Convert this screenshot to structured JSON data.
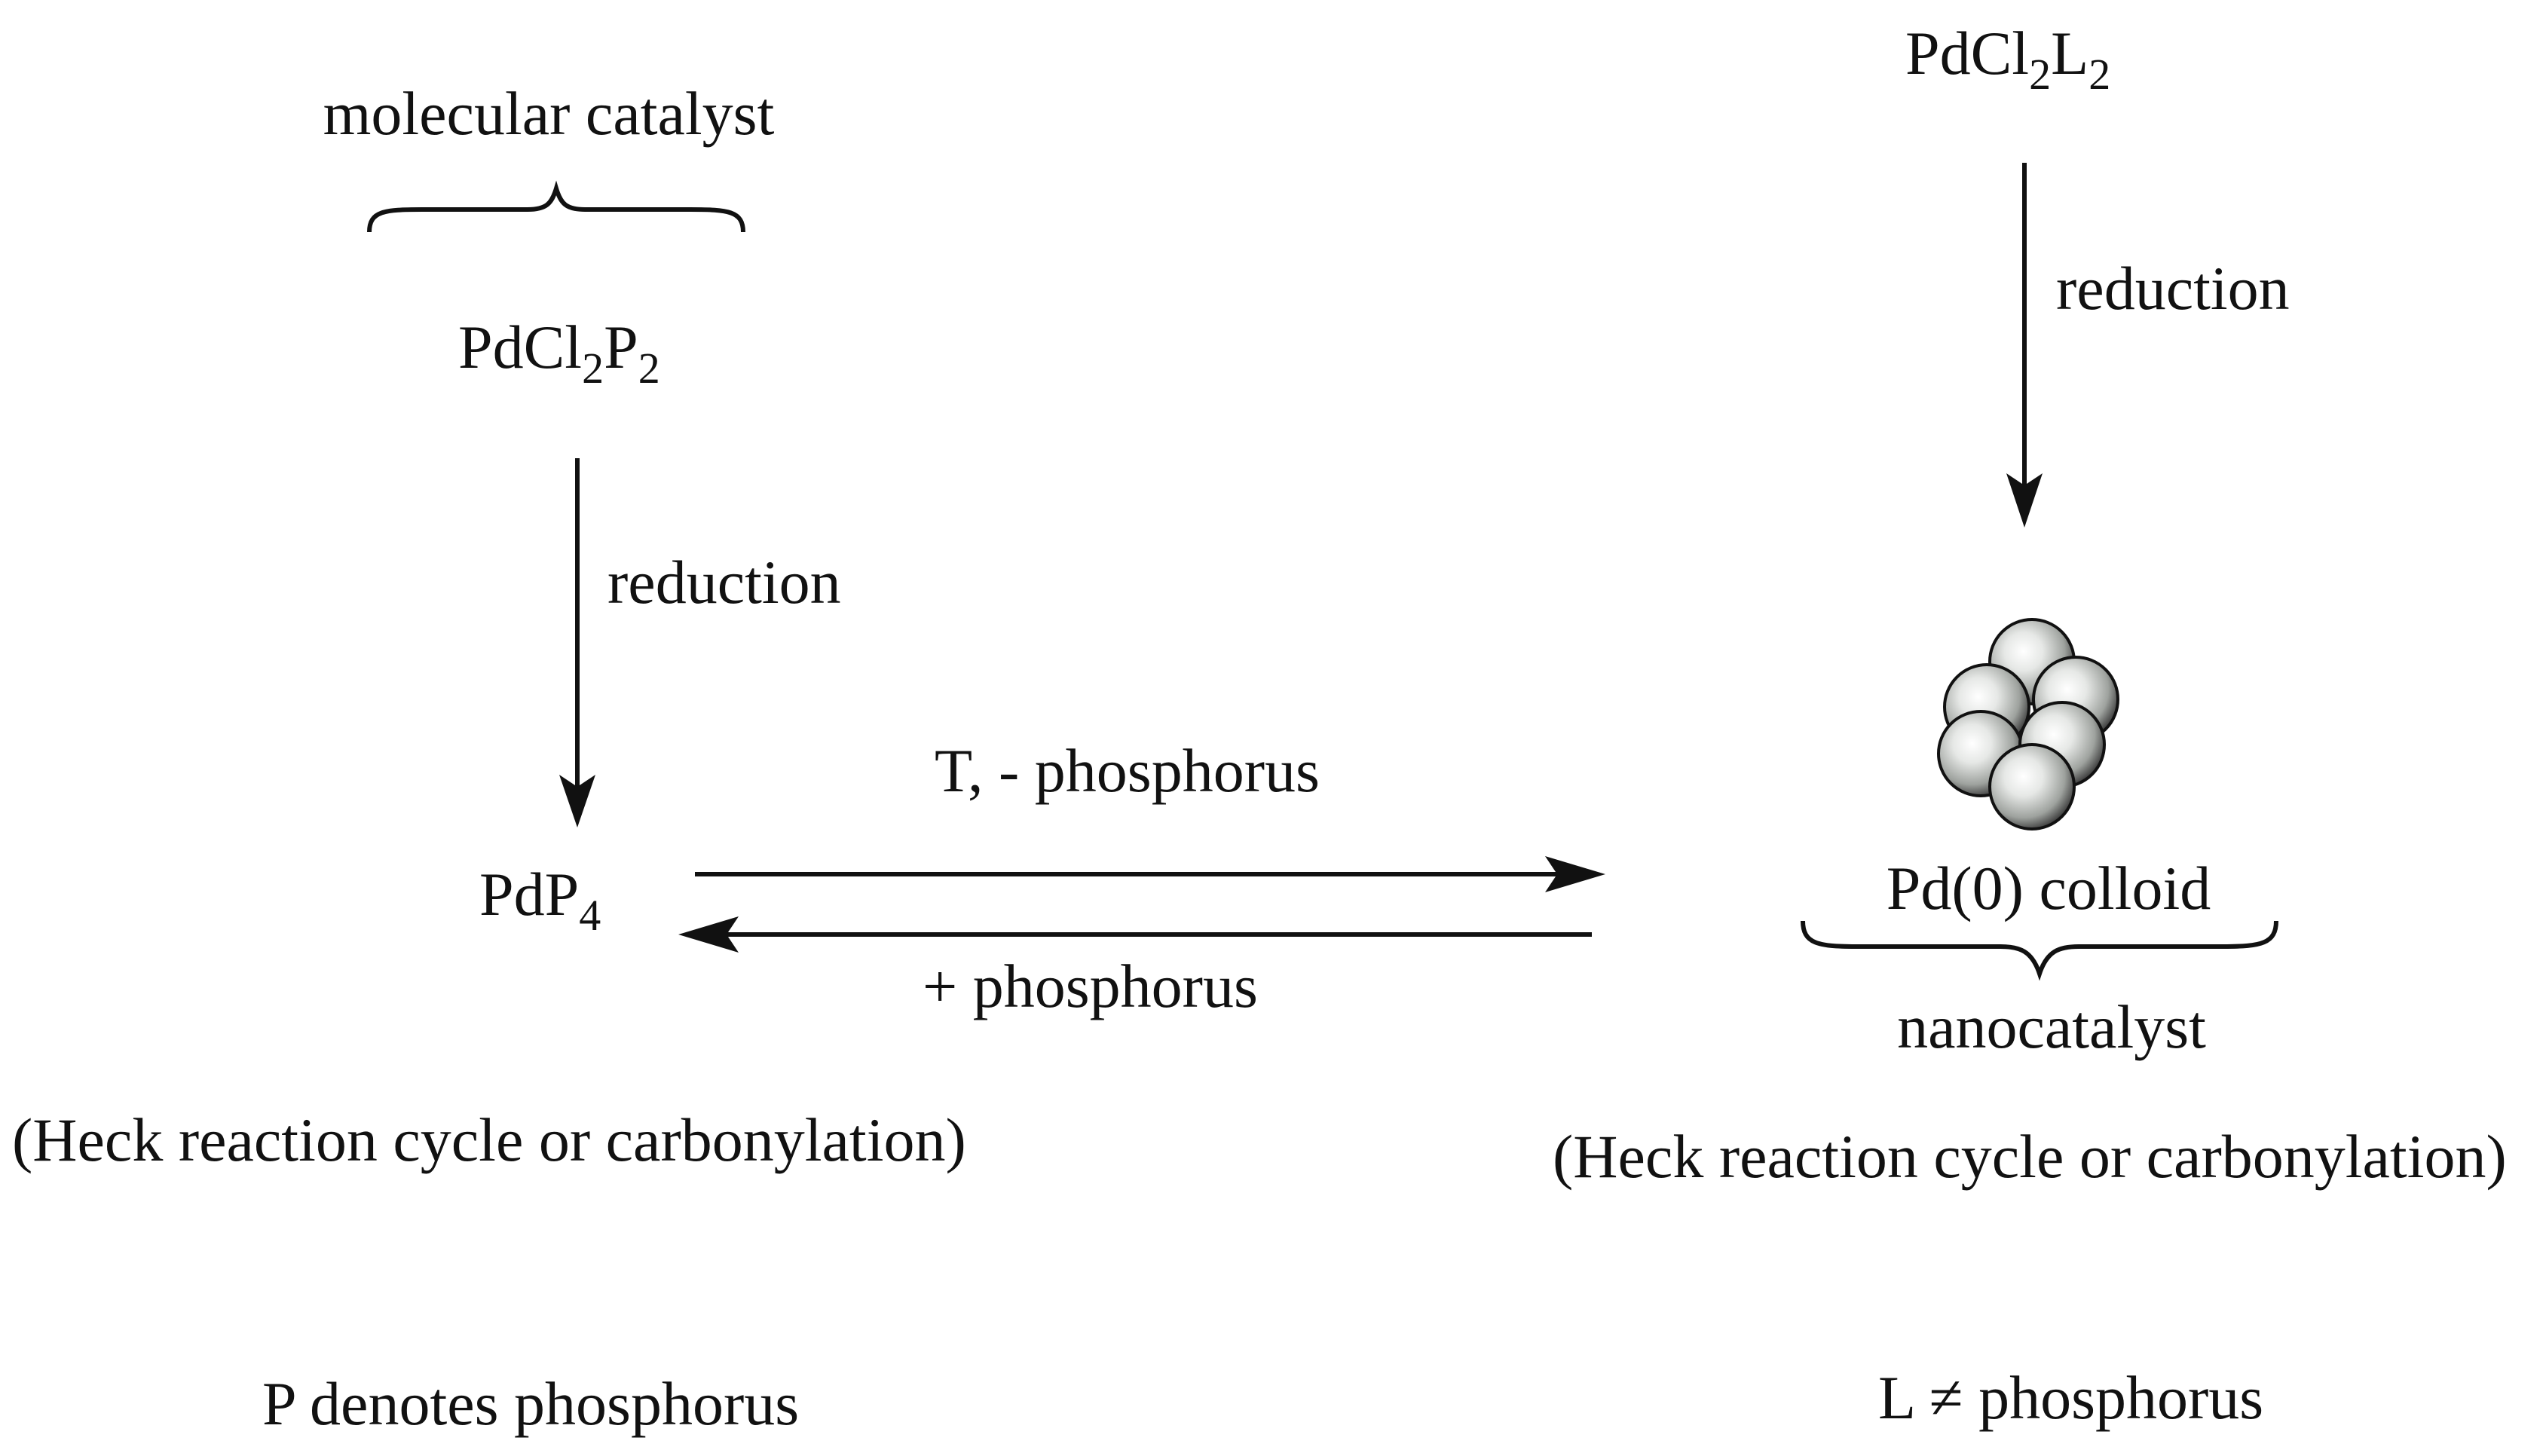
{
  "left": {
    "brace_label": "molecular catalyst",
    "precursor": {
      "parts": [
        "PdCl",
        "2",
        "P",
        "2"
      ]
    },
    "step_label": "reduction",
    "product": {
      "parts": [
        "PdP",
        "4"
      ]
    },
    "context": "(Heck reaction cycle or carbonylation)",
    "footnote": "P denotes phosphorus"
  },
  "right": {
    "precursor": {
      "parts": [
        "PdCl",
        "2",
        "L",
        "2"
      ]
    },
    "step_label": "reduction",
    "product": "Pd(0) colloid",
    "brace_label": "nanocatalyst",
    "context": "(Heck reaction cycle or carbonylation)",
    "footnote": {
      "prefix": "L",
      "symbol": "≠",
      "suffix": "phosphorus"
    }
  },
  "equilibrium": {
    "forward_label": "T, - phosphorus",
    "reverse_label": "+ phosphorus"
  },
  "colors": {
    "ink": "#111111",
    "sphere_light": "#ffffff",
    "sphere_mid": "#a8aca8",
    "sphere_dark": "#1a1a1a"
  }
}
